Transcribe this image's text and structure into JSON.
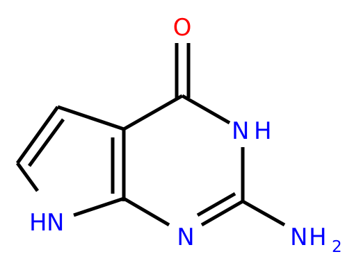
{
  "molecule": {
    "colors": {
      "bond": "#000000",
      "oxygen": "#ff0000",
      "nitrogen": "#0000ff"
    },
    "atoms": {
      "oxygen": {
        "text": "O"
      },
      "n3": {
        "h": "H",
        "n": "N"
      },
      "n1": {
        "text": "N"
      },
      "n7": {
        "h": "H",
        "n": "N"
      },
      "amine": {
        "n": "N",
        "h": "H",
        "sub": "2"
      }
    }
  }
}
